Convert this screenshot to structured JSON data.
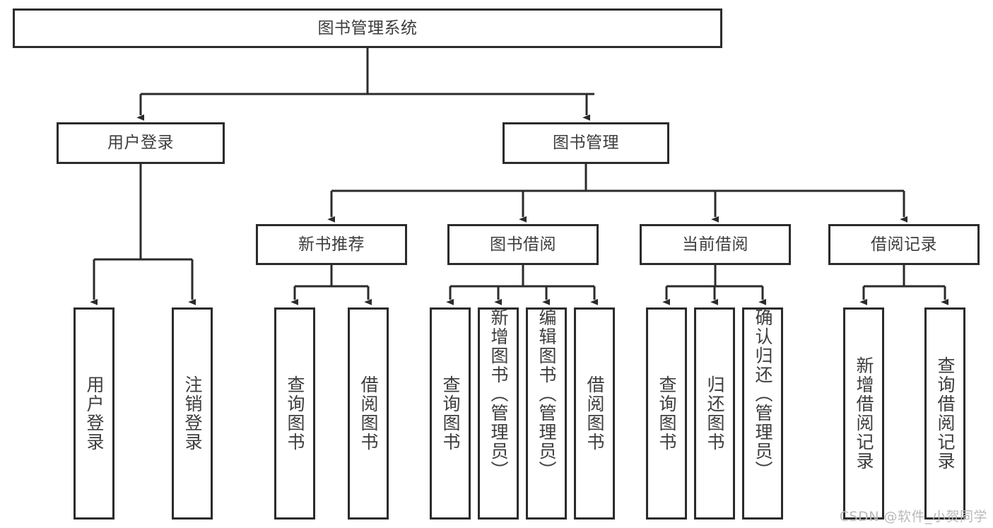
{
  "diagram": {
    "title_node": {
      "label": "图书管理系统"
    },
    "level1": [
      {
        "id": "user-login",
        "label": "用户登录"
      },
      {
        "id": "book-management",
        "label": "图书管理"
      }
    ],
    "level2": [
      {
        "id": "new-book-recommend",
        "label": "新书推荐"
      },
      {
        "id": "book-borrow",
        "label": "图书借阅"
      },
      {
        "id": "current-borrow",
        "label": "当前借阅"
      },
      {
        "id": "borrow-record",
        "label": "借阅记录"
      }
    ],
    "leaves": [
      {
        "id": "leaf-user-login",
        "label": "用户登录",
        "parent": "user-login"
      },
      {
        "id": "leaf-user-logout",
        "label": "注销登录",
        "parent": "user-login"
      },
      {
        "id": "leaf-query-book-1",
        "label": "查询图书",
        "parent": "new-book-recommend"
      },
      {
        "id": "leaf-borrow-book-1",
        "label": "借阅图书",
        "parent": "new-book-recommend"
      },
      {
        "id": "leaf-query-book-2",
        "label": "查询图书",
        "parent": "book-borrow"
      },
      {
        "id": "leaf-add-book",
        "label": "新增图书（管理员）",
        "parent": "book-borrow"
      },
      {
        "id": "leaf-edit-book",
        "label": "编辑图书（管理员）",
        "parent": "book-borrow"
      },
      {
        "id": "leaf-borrow-book-2",
        "label": "借阅图书",
        "parent": "book-borrow"
      },
      {
        "id": "leaf-query-book-3",
        "label": "查询图书",
        "parent": "current-borrow"
      },
      {
        "id": "leaf-return-book",
        "label": "归还图书",
        "parent": "current-borrow"
      },
      {
        "id": "leaf-confirm-return",
        "label": "确认归还（管理员）",
        "parent": "current-borrow"
      },
      {
        "id": "leaf-add-record",
        "label": "新增借阅记录",
        "parent": "borrow-record"
      },
      {
        "id": "leaf-query-record",
        "label": "查询借阅记录",
        "parent": "borrow-record"
      }
    ],
    "colors": {
      "stroke": "#2b2b2b",
      "text": "#3d3d3d",
      "background": "#ffffff",
      "watermark": "#b9b9b9"
    }
  },
  "watermark": {
    "text": "CSDN @软件_小贺同学"
  }
}
